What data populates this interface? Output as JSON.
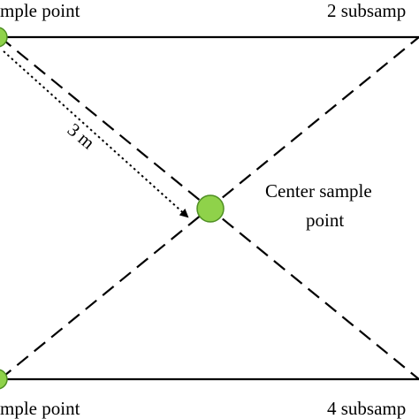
{
  "labels": {
    "top_left": "mple point",
    "top_right": "2 subsamp",
    "center_line1": "Center sample",
    "center_line2": "point",
    "distance": "3 m",
    "bottom_left": "mple point",
    "bottom_right": "4 subsamp"
  },
  "colors": {
    "point_fill": "#8fd24a",
    "point_stroke": "#4e8f22",
    "line": "#000000",
    "background": "#ffffff"
  }
}
